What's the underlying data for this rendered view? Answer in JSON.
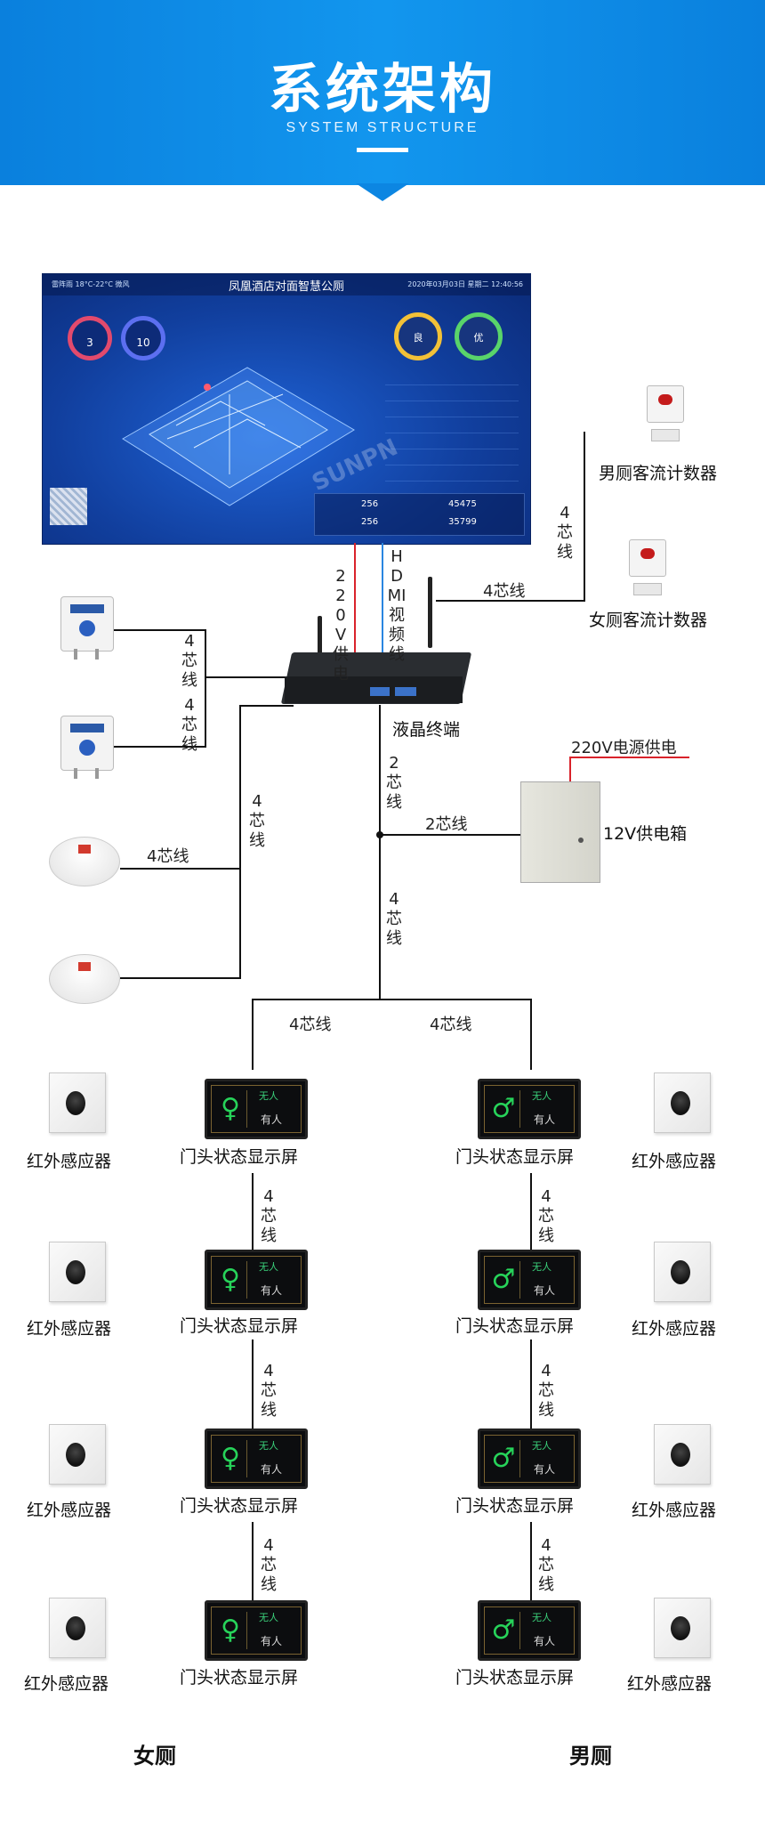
{
  "header": {
    "title": "系统架构",
    "subtitle": "SYSTEM STRUCTURE"
  },
  "screen": {
    "title": "凤凰酒店对面智慧公厕",
    "weather": "雷阵雨  18°C-22°C  微风",
    "datetime": "2020年03月03日  星期二  12:40:56",
    "female_vacancy": "3",
    "male_vacancy": "10",
    "air_left": "良",
    "air_right": "优",
    "counts": [
      "256",
      "45475",
      "256",
      "35799"
    ],
    "watermark": "SUNPN"
  },
  "labels": {
    "male_counter": "男厕客流计数器",
    "female_counter": "女厕客流计数器",
    "terminal": "液晶终端",
    "psu": "12V供电箱",
    "psu_power": "220V电源供电",
    "power_220": "220V供电",
    "hdmi": "HDMI视频线",
    "wire4": "4芯线",
    "wire2": "2芯线",
    "ir": "红外感应器",
    "door": "门头状态显示屏",
    "female": "女厕",
    "male": "男厕"
  },
  "display": {
    "vacant": "无人",
    "occupied": "有人"
  },
  "colors": {
    "header": "#0c86e2",
    "power_line": "#d9232b",
    "hdmi_line": "#2a86e0"
  }
}
